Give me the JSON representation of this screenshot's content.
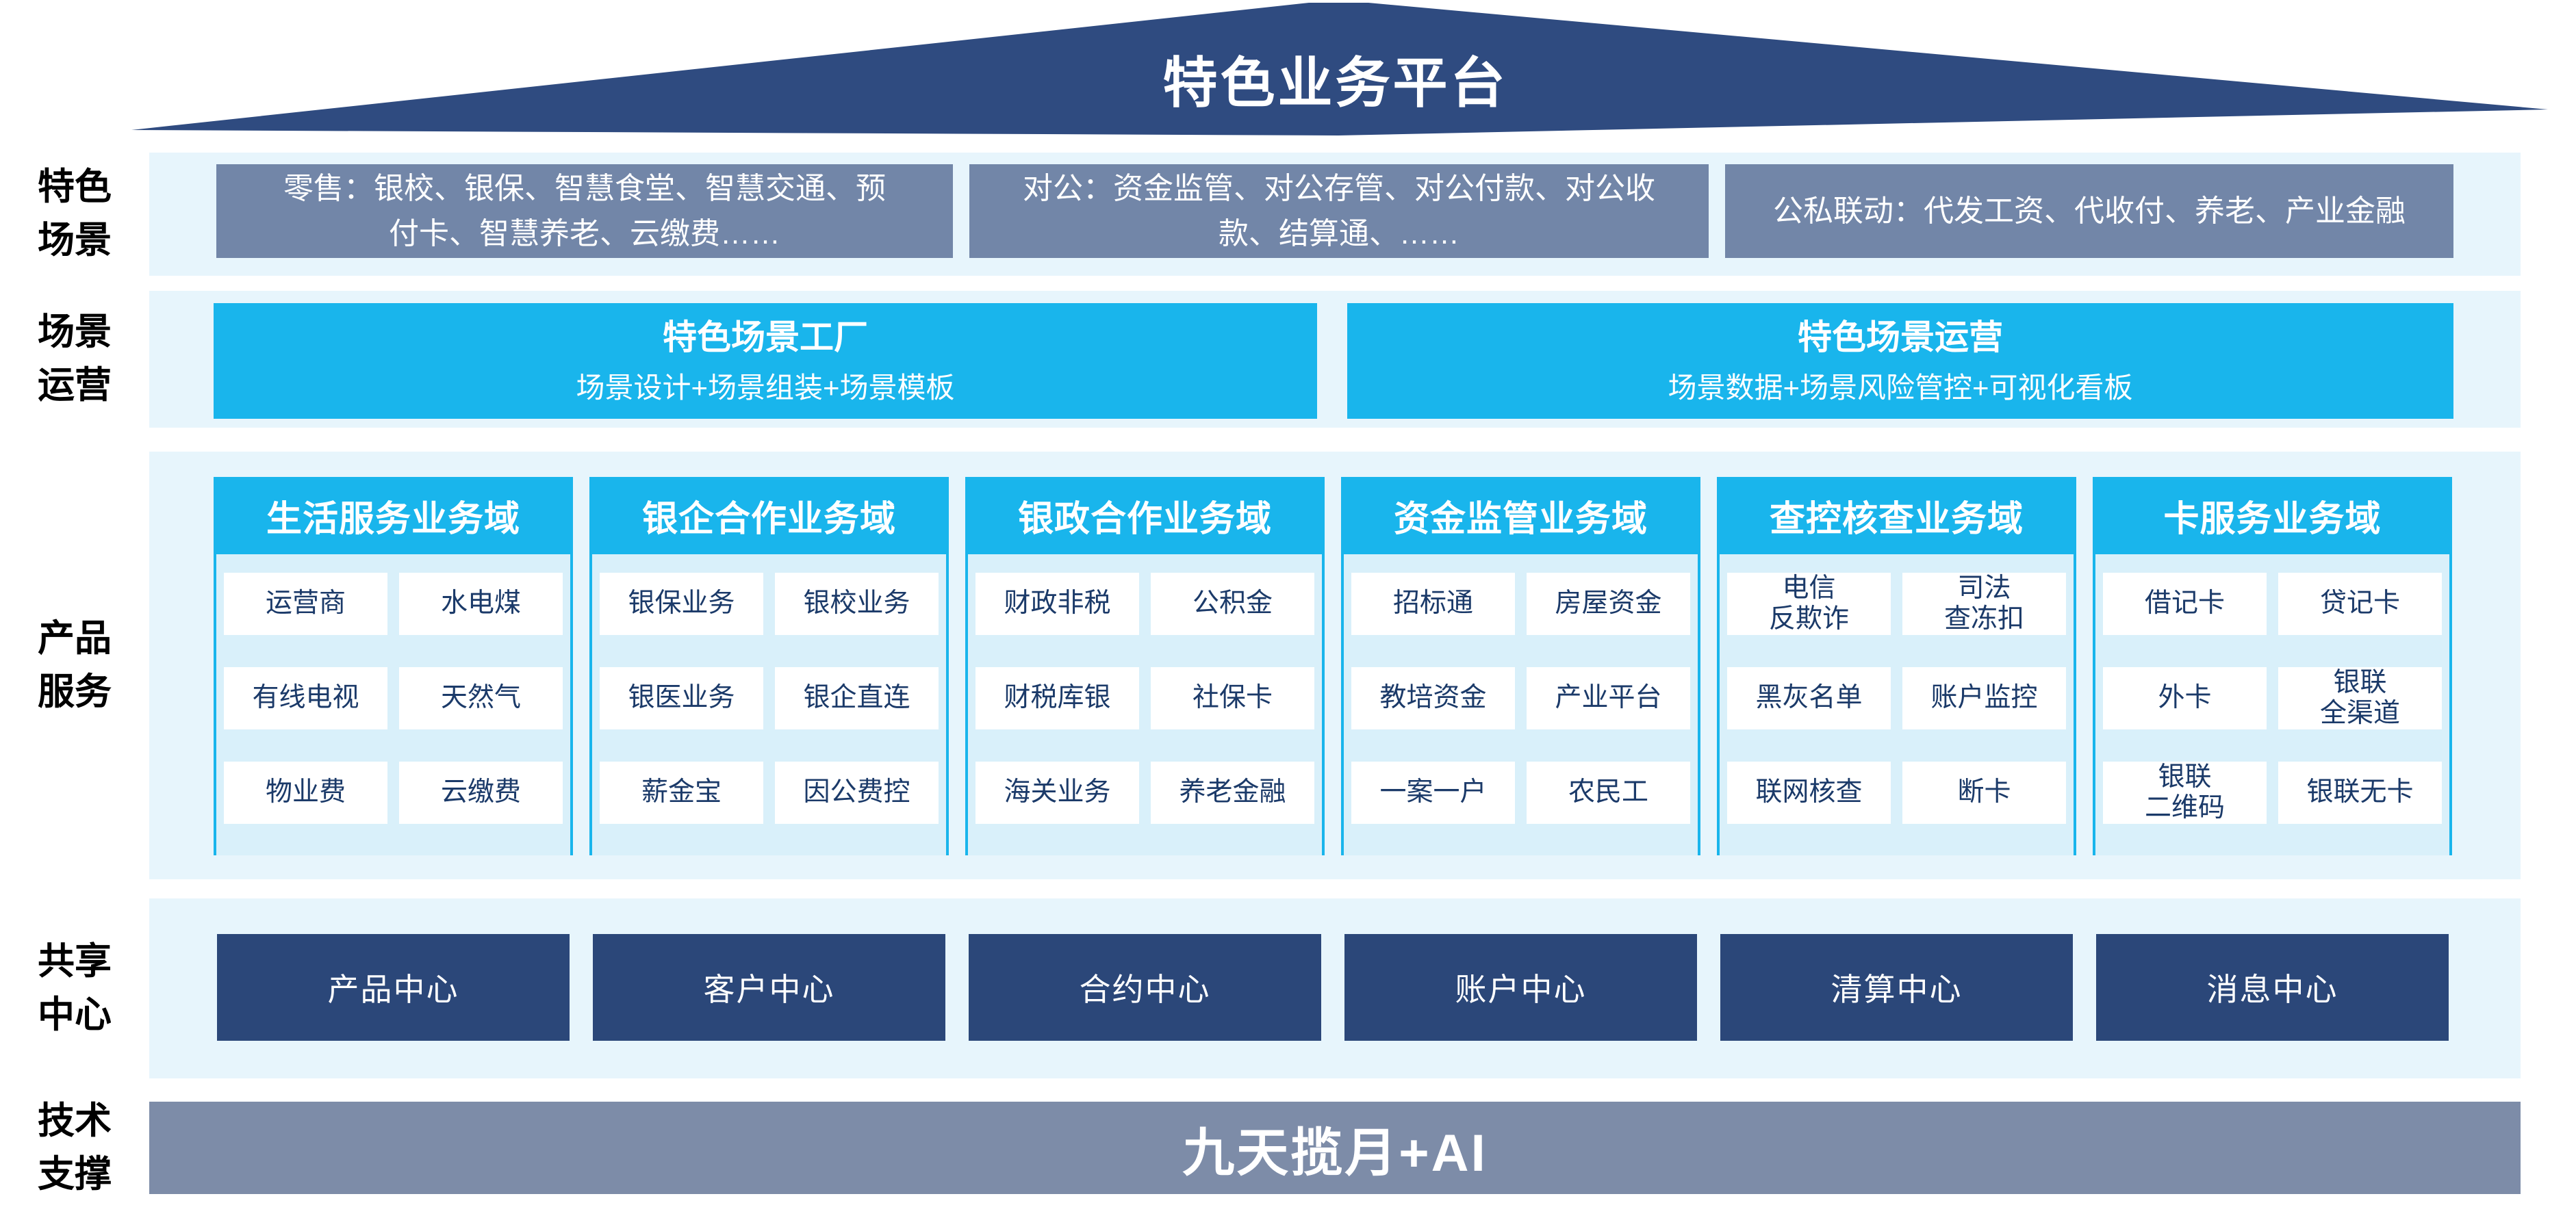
{
  "banner": {
    "title": "特色业务平台"
  },
  "scenes": {
    "label": "特色\n场景",
    "boxes": [
      "零售：银校、银保、智慧食堂、智慧交通、预付卡、智慧养老、云缴费……",
      "对公：资金监管、对公存管、对公付款、对公收款、结算通、……",
      "公私联动：代发工资、代收付、养老、产业金融"
    ]
  },
  "ops": {
    "label": "场景\n运营",
    "boxes": [
      {
        "title": "特色场景工厂",
        "subtitle": "场景设计+场景组装+场景模板"
      },
      {
        "title": "特色场景运营",
        "subtitle": "场景数据+场景风险管控+可视化看板"
      }
    ]
  },
  "products": {
    "label": "产品\n服务",
    "domains": [
      {
        "title": "生活服务业务域",
        "cells": [
          "运营商",
          "水电煤",
          "有线电视",
          "天然气",
          "物业费",
          "云缴费"
        ]
      },
      {
        "title": "银企合作业务域",
        "cells": [
          "银保业务",
          "银校业务",
          "银医业务",
          "银企直连",
          "薪金宝",
          "因公费控"
        ]
      },
      {
        "title": "银政合作业务域",
        "cells": [
          "财政非税",
          "公积金",
          "财税库银",
          "社保卡",
          "海关业务",
          "养老金融"
        ]
      },
      {
        "title": "资金监管业务域",
        "cells": [
          "招标通",
          "房屋资金",
          "教培资金",
          "产业平台",
          "一案一户",
          "农民工"
        ]
      },
      {
        "title": "查控核查业务域",
        "cells": [
          "电信\n反欺诈",
          "司法\n查冻扣",
          "黑灰名单",
          "账户监控",
          "联网核查",
          "断卡"
        ]
      },
      {
        "title": "卡服务业务域",
        "cells": [
          "借记卡",
          "贷记卡",
          "外卡",
          "银联\n全渠道",
          "银联\n二维码",
          "银联无卡"
        ]
      }
    ]
  },
  "shared": {
    "label": "共享\n中心",
    "centers": [
      "产品中心",
      "客户中心",
      "合约中心",
      "账户中心",
      "清算中心",
      "消息中心"
    ]
  },
  "tech": {
    "label": "技术\n支撑",
    "bar": "九天揽月+AI"
  },
  "colors": {
    "roof": "#2F4B80",
    "navy_box": "#2B4779",
    "gray_box": "#7286A8",
    "gray_bar": "#7D8CA8",
    "cyan": "#19B5EC",
    "band_bg": "#E7F5FC",
    "panel_bg": "#D9F0FA",
    "cell_text": "#1B3A69"
  }
}
